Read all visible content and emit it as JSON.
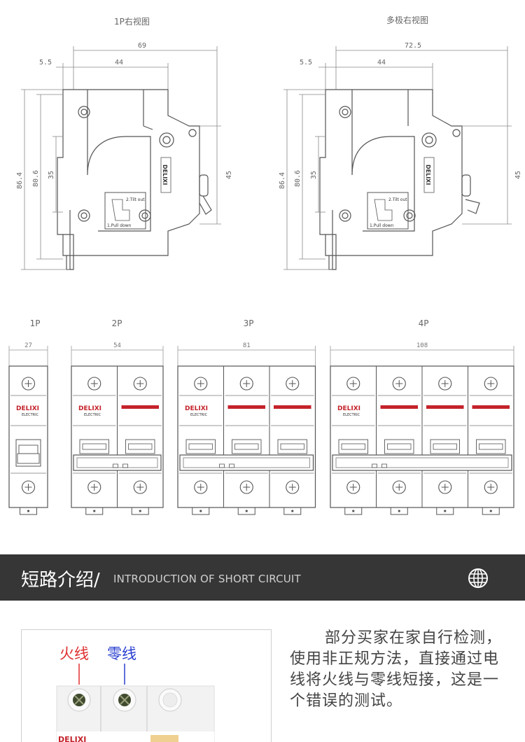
{
  "side_views": {
    "single": {
      "title": "1P右视图",
      "width_total": "69",
      "offset": "5.5",
      "inner": "44",
      "h_total": "86.4",
      "h_rail": "80.6",
      "h_35": "35",
      "h_45": "45"
    },
    "multi": {
      "title": "多极右视图",
      "width_total": "72.5",
      "offset": "5.5",
      "inner": "44",
      "h_total": "86.4",
      "h_rail": "80.6",
      "h_35": "35",
      "h_45": "45"
    },
    "label_tilt": "2.Tilt out",
    "label_pull": "1.Pull down",
    "brand_vertical": "DELIXI"
  },
  "front_views": [
    {
      "label": "1P",
      "width": "27"
    },
    {
      "label": "2P",
      "width": "54"
    },
    {
      "label": "3P",
      "width": "81"
    },
    {
      "label": "4P",
      "width": "108"
    }
  ],
  "brand": {
    "name": "DELIXI",
    "sub": "ELECTRIC"
  },
  "section": {
    "title_cn": "短路介绍/",
    "title_en": "INTRODUCTION OF SHORT CIRCUIT",
    "icon": "globe-icon"
  },
  "photo": {
    "live_label": "火线",
    "neutral_label": "零线",
    "brand": "DELIXI"
  },
  "description": "部分买家在家自行检测，使用非正规方法，直接通过电线将火线与零线短接，这是一个错误的测试。",
  "colors": {
    "band": "#363636",
    "red": "#c4222a",
    "live": "#e03030",
    "neutral": "#2a3fd0"
  }
}
